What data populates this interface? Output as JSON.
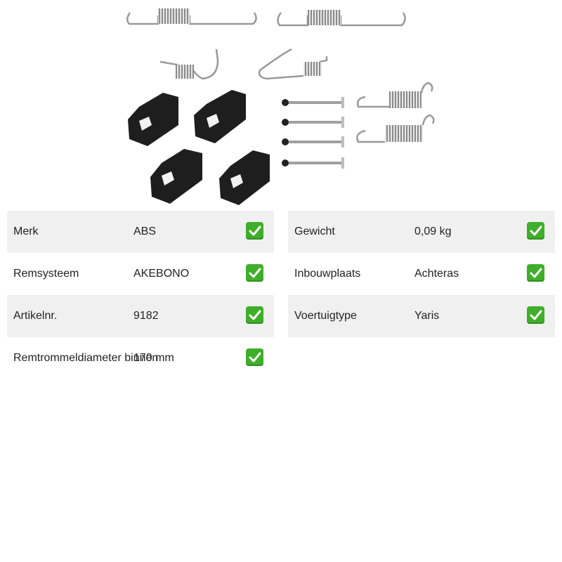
{
  "product": {
    "image_icon": "brake-hardware-kit-image"
  },
  "specs_left": [
    {
      "label": "Merk",
      "value": "ABS"
    },
    {
      "label": "Remsysteem",
      "value": "AKEBONO"
    },
    {
      "label": "Artikelnr.",
      "value": "9182"
    },
    {
      "label": "Remtrommeldiameter binnen",
      "value": "170 mm"
    }
  ],
  "specs_right": [
    {
      "label": "Gewicht",
      "value": "0,09 kg"
    },
    {
      "label": "Inbouwplaats",
      "value": "Achteras"
    },
    {
      "label": "Voertuigtype",
      "value": "Yaris"
    }
  ],
  "icons": {
    "check": "check-mark-icon"
  },
  "colors": {
    "check_green": "#3fae2a",
    "row_shade": "#f0f0f0"
  }
}
